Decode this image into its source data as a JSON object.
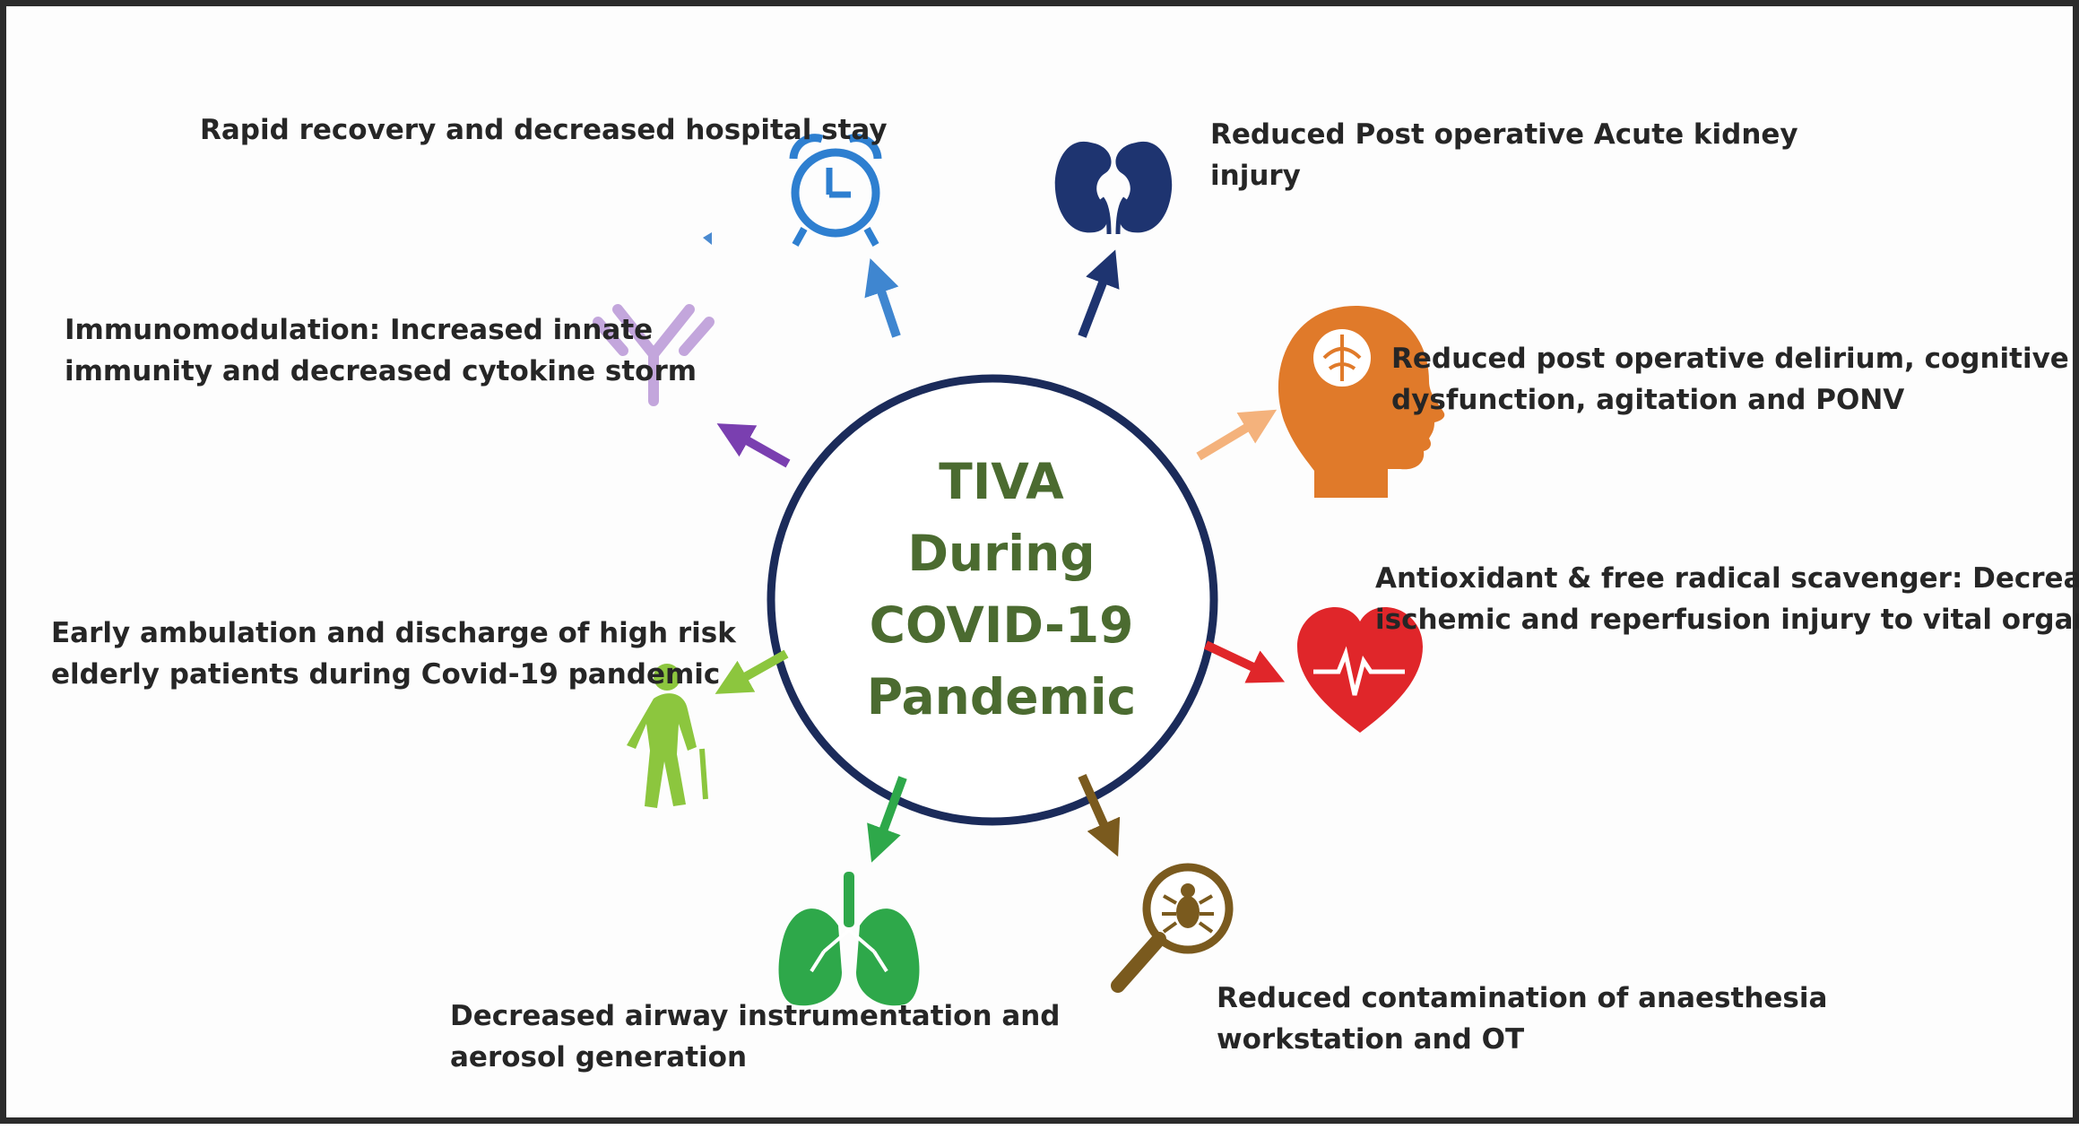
{
  "center": {
    "title_lines": [
      "TIVA During",
      "COVID-19",
      "Pandemic"
    ]
  },
  "benefits": {
    "recovery": {
      "lines": [
        "Rapid recovery and decreased hospital stay"
      ],
      "icon": "alarm-clock-icon",
      "color": "#2e7fd0"
    },
    "kidney": {
      "lines": [
        "Reduced Post operative Acute kidney",
        "injury"
      ],
      "icon": "kidney-icon",
      "color": "#1e3470"
    },
    "delirium": {
      "lines": [
        "Reduced post operative delirium, cognitive",
        "dysfunction, agitation and PONV"
      ],
      "icon": "brain-head-icon",
      "color": "#e07a2a"
    },
    "antioxidant": {
      "lines": [
        "Antioxidant & free radical scavenger: Decreased",
        "ischemic and reperfusion injury to vital organs"
      ],
      "icon": "heart-pulse-icon",
      "color": "#e0262a"
    },
    "contamination": {
      "lines": [
        "Reduced contamination of anaesthesia",
        "workstation and OT"
      ],
      "icon": "bug-magnifier-icon",
      "color": "#7a5a1e"
    },
    "airway": {
      "lines": [
        "Decreased airway instrumentation and",
        "aerosol generation"
      ],
      "icon": "lungs-icon",
      "color": "#2ea84a"
    },
    "ambulation": {
      "lines": [
        "Early ambulation and discharge of high risk",
        "elderly patients during Covid-19 pandemic"
      ],
      "icon": "elderly-person-icon",
      "color": "#8cc63e"
    },
    "immuno": {
      "lines": [
        "Immunomodulation: Increased innate",
        "immunity and decreased cytokine storm"
      ],
      "icon": "antibody-icon",
      "color": "#a98ac8"
    }
  }
}
